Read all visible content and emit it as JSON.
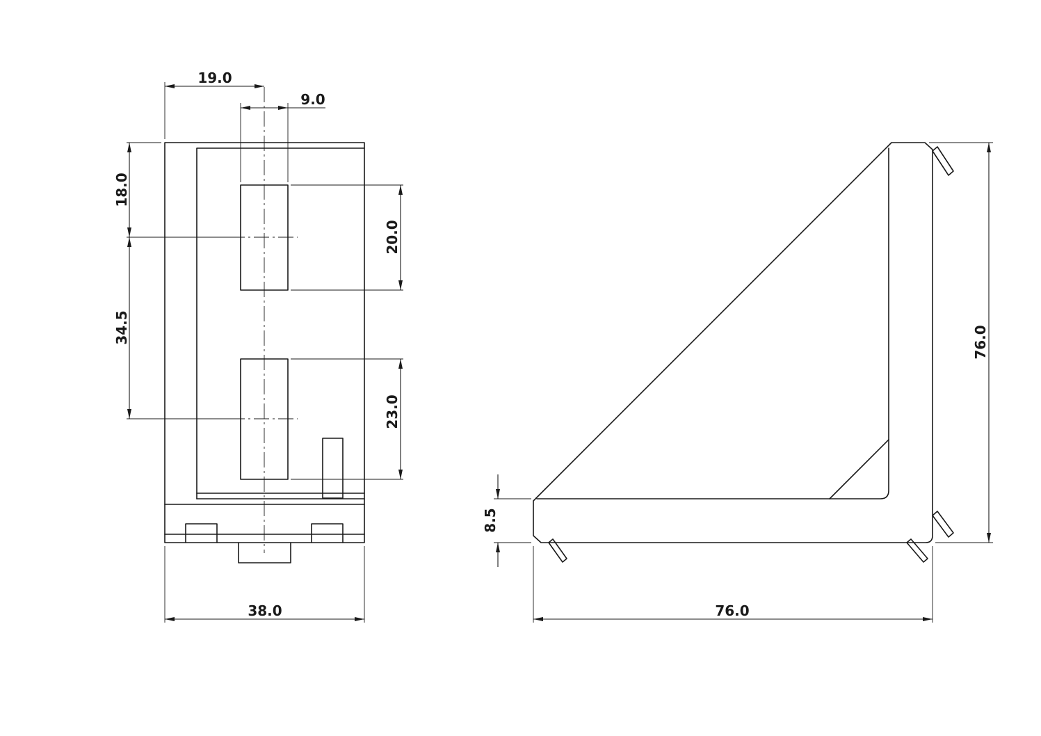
{
  "colors": {
    "line": "#1a1a1a",
    "background": "#ffffff"
  },
  "front_view": {
    "dims": {
      "width_half": "19.0",
      "slot_width": "9.0",
      "top_to_center": "18.0",
      "center_spacing": "34.5",
      "slot1_length": "20.0",
      "slot2_length": "23.0",
      "total_width": "38.0"
    }
  },
  "side_view": {
    "dims": {
      "height": "76.0",
      "length": "76.0",
      "thickness": "8.5"
    }
  }
}
